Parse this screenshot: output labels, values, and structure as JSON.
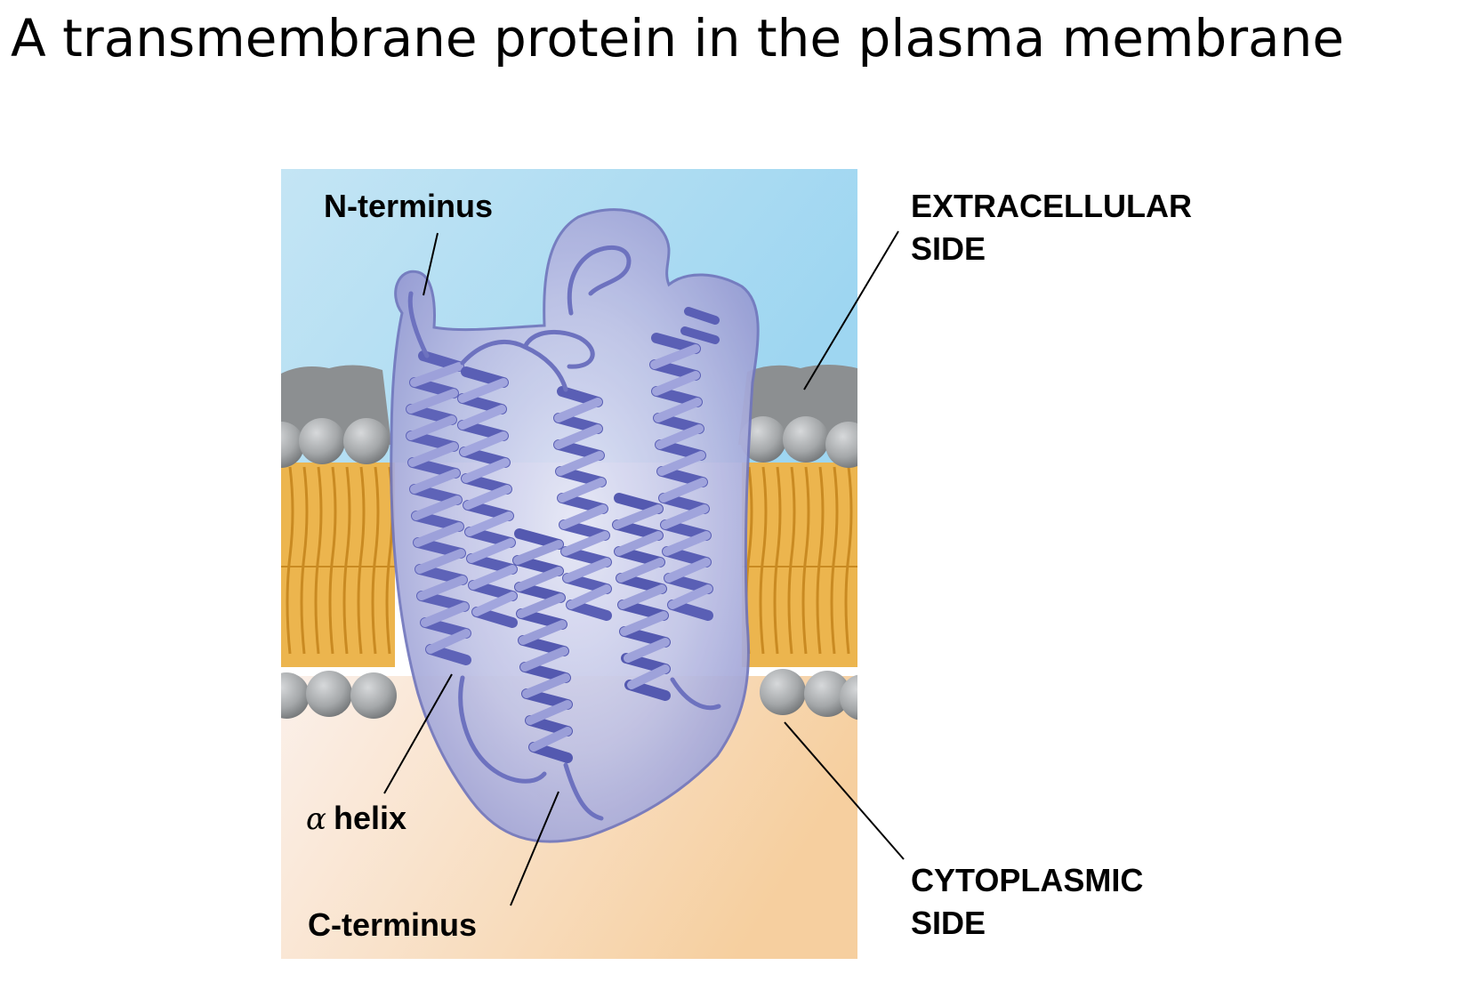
{
  "title": "A transmembrane protein in the plasma membrane",
  "labels": {
    "n_terminus": "N-terminus",
    "alpha_symbol": "α",
    "helix": "helix",
    "c_terminus": "C-terminus",
    "extracellular_line1": "EXTRACELLULAR",
    "extracellular_line2": "SIDE",
    "cytoplasmic_line1": "CYTOPLASMIC",
    "cytoplasmic_line2": "SIDE"
  },
  "colors": {
    "extracellular": "#a9dcf2",
    "cytoplasm": "#f6d4b2",
    "lipid_head": "#9ea1a3",
    "lipid_tail": "#f0be5a",
    "protein_surface": "#aaaedd",
    "helix_ribbon": "#5a5fb5"
  }
}
